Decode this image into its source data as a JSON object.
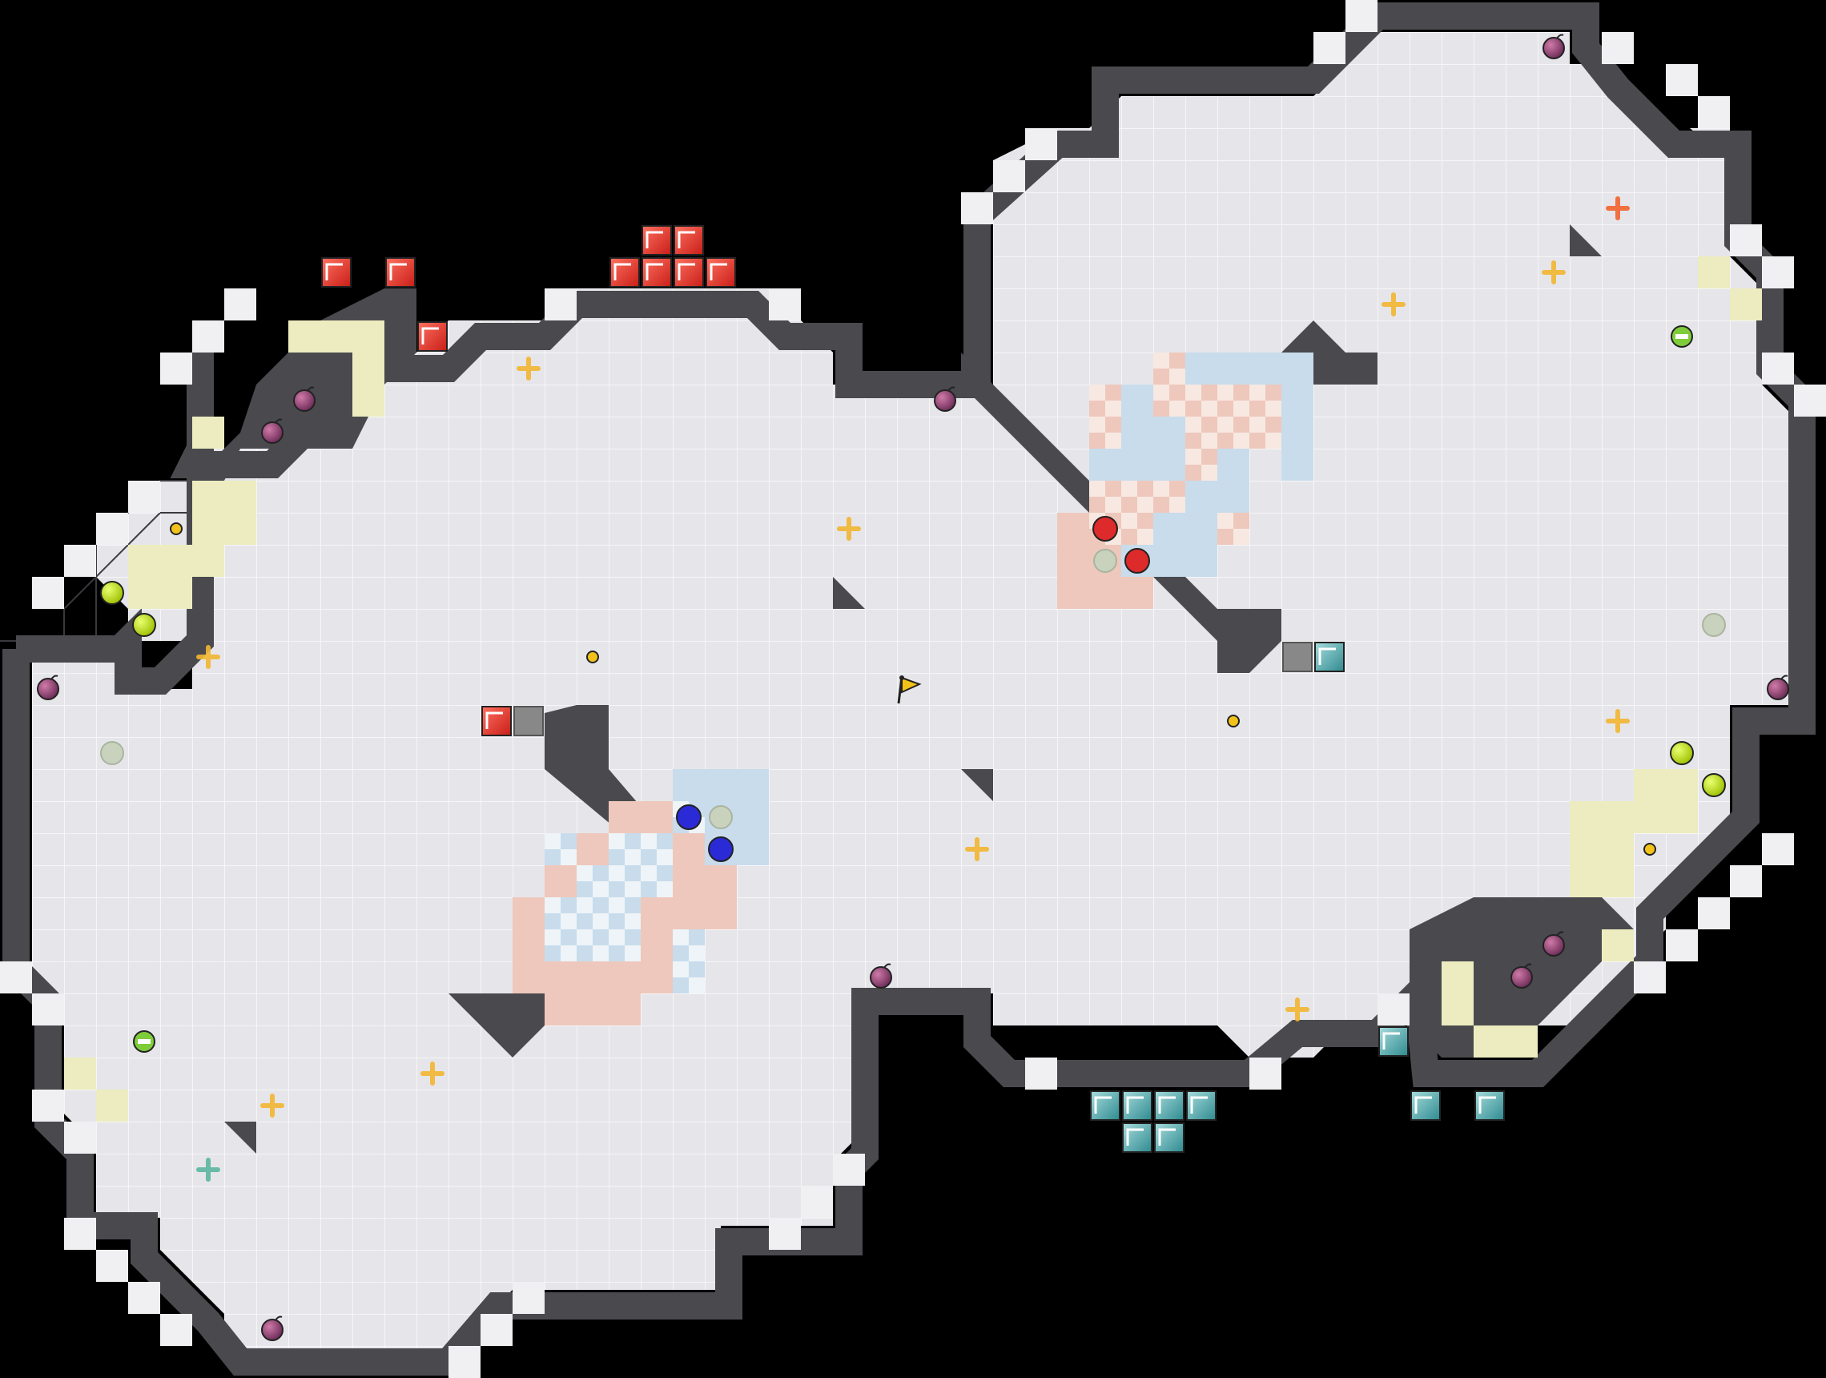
{
  "game": {
    "type": "top-down capture-the-flag arena",
    "teams": [
      "red",
      "blue"
    ],
    "colors": {
      "background": "#000000",
      "floor": "#e6e6ea",
      "floor_grid": "#f4f4f6",
      "wall": "#4a4a4e",
      "wall_light": "#eeeeee",
      "red_tint": "#eec8bc",
      "blue_tint": "#c8dcec",
      "gate_yellow": "#ececc0",
      "red_tile": "#e03a2a",
      "blue_tile": "#4aa0a8",
      "red_ball": "#dd2a2a",
      "blue_ball": "#2a2ad6",
      "bomb": "#9b4b78",
      "boost": "#c8e61e",
      "powerup_gold": "#f2b632",
      "neutral_spawn": "#c8d2bc"
    },
    "flag": {
      "label": "",
      "icon": "yellow-flag-icon",
      "state": "home"
    },
    "players": {
      "red": [
        {
          "name": ""
        },
        {
          "name": ""
        }
      ],
      "blue": [
        {
          "name": ""
        },
        {
          "name": ""
        }
      ]
    },
    "icons": [
      "bomb-icon",
      "boost-icon",
      "powerup-icon",
      "portal-icon",
      "spike-icon",
      "flag-icon"
    ]
  }
}
